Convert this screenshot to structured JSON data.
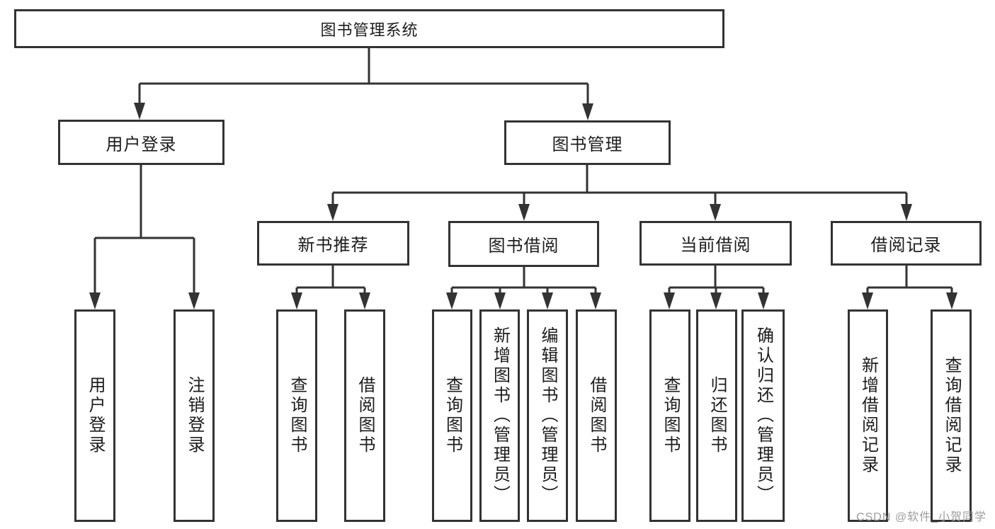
{
  "diagram": {
    "root": {
      "label": "图书管理系统"
    },
    "branches": [
      {
        "label": "用户登录",
        "leaves": [
          {
            "label": "用户登录"
          },
          {
            "label": "注销登录"
          }
        ]
      },
      {
        "label": "图书管理",
        "groups": [
          {
            "label": "新书推荐",
            "leaves": [
              {
                "label": "查询图书"
              },
              {
                "label": "借阅图书"
              }
            ]
          },
          {
            "label": "图书借阅",
            "leaves": [
              {
                "label": "查询图书"
              },
              {
                "label": "新增图书（管理员）"
              },
              {
                "label": "编辑图书（管理员）"
              },
              {
                "label": "借阅图书"
              }
            ]
          },
          {
            "label": "当前借阅",
            "leaves": [
              {
                "label": "查询图书"
              },
              {
                "label": "归还图书"
              },
              {
                "label": "确认归还（管理员）"
              }
            ]
          },
          {
            "label": "借阅记录",
            "leaves": [
              {
                "label": "新增借阅记录"
              },
              {
                "label": "查询借阅记录"
              }
            ]
          }
        ]
      }
    ]
  },
  "watermark": {
    "text": "CSDN @软件_小贺同学",
    "color": "#9c9c9c"
  },
  "colors": {
    "line": "#333333",
    "box_border": "#333333",
    "box_fill": "#ffffff",
    "text": "#1c1c1c",
    "background": "#ffffff"
  }
}
